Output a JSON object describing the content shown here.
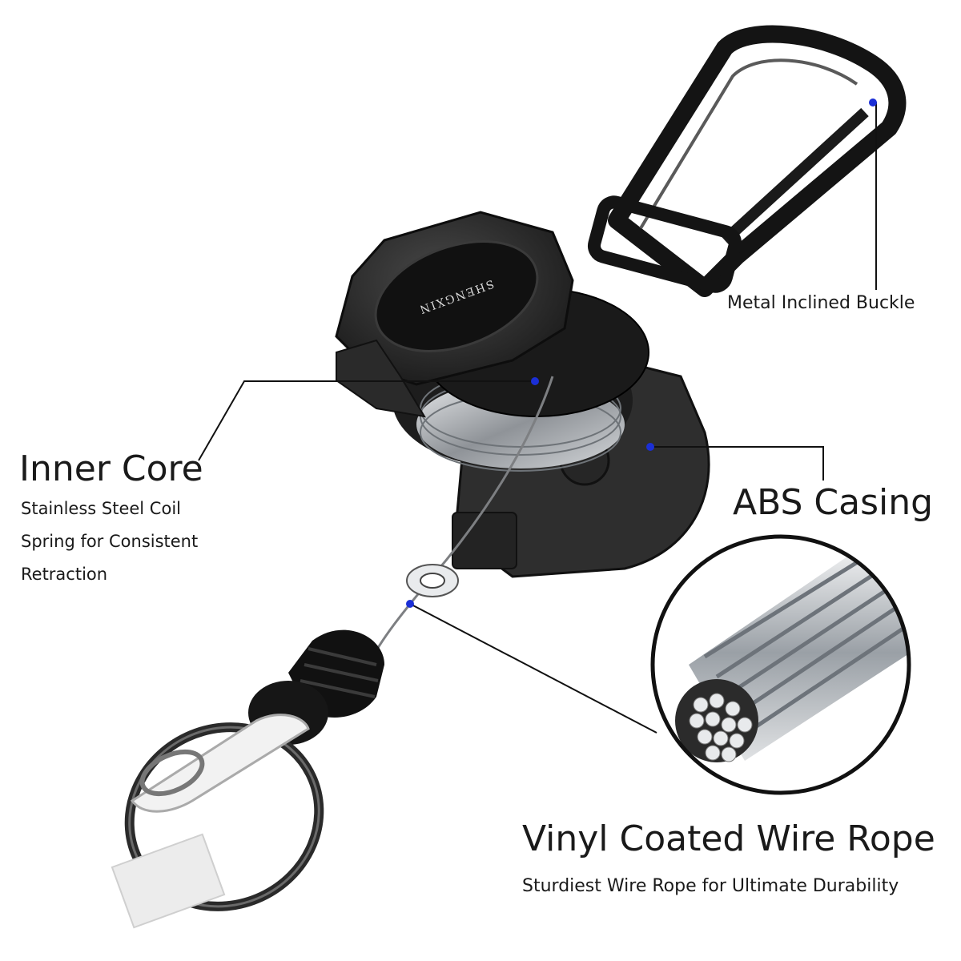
{
  "brand_engraving": "SHENGXIN",
  "labels": {
    "buckle": "Metal Inclined Buckle",
    "inner_core_title": "Inner Core",
    "inner_core_desc_lines": [
      "Stainless Steel Coil",
      "Spring for Consistent",
      "Retraction"
    ],
    "abs_title": "ABS Casing",
    "wire_title": "Vinyl Coated Wire Rope",
    "wire_desc": "Sturdiest Wire Rope for Ultimate Durability"
  },
  "colors": {
    "pointer_dot": "#1b2fd6",
    "leader_line": "#111111",
    "casing": "#2b2b2b",
    "casing_dark": "#161616",
    "steel": "#a9adb2"
  }
}
